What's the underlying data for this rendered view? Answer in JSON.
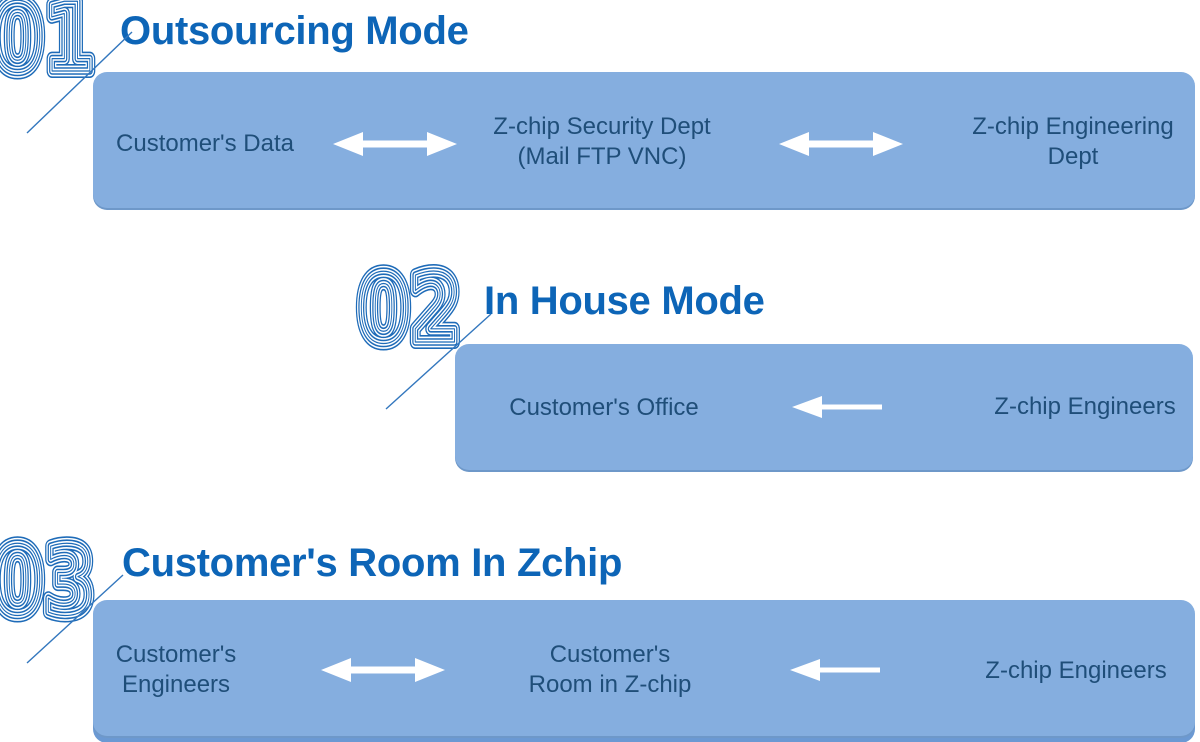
{
  "colors": {
    "title_blue": "#0d65b7",
    "number_blue": "#1e6bb8",
    "panel_fill": "#85aedf",
    "panel_bottom_edge": "#6b99d3",
    "panel_text": "#1f4e79",
    "connector_line": "#3377be",
    "arrow": "#ffffff",
    "background": "#ffffff"
  },
  "sections": [
    {
      "number": "01",
      "title": "Outsourcing Mode",
      "nodes": [
        {
          "lines": [
            "Customer's Data"
          ]
        },
        {
          "lines": [
            "Z-chip Security Dept",
            "(Mail FTP VNC)"
          ]
        },
        {
          "lines": [
            "Z-chip Engineering",
            "Dept"
          ]
        }
      ],
      "connections": [
        "bidirectional-arrow",
        "bidirectional-arrow"
      ]
    },
    {
      "number": "02",
      "title": "In House Mode",
      "nodes": [
        {
          "lines": [
            "Customer's Office"
          ]
        },
        {
          "lines": [
            "Z-chip Engineers"
          ]
        }
      ],
      "connections": [
        "left-arrow"
      ]
    },
    {
      "number": "03",
      "title": "Customer's Room In Zchip",
      "nodes": [
        {
          "lines": [
            "Customer's",
            "Engineers"
          ]
        },
        {
          "lines": [
            "Customer's",
            "Room in Z-chip"
          ]
        },
        {
          "lines": [
            "Z-chip Engineers"
          ]
        }
      ],
      "connections": [
        "bidirectional-arrow",
        "left-arrow"
      ]
    }
  ]
}
